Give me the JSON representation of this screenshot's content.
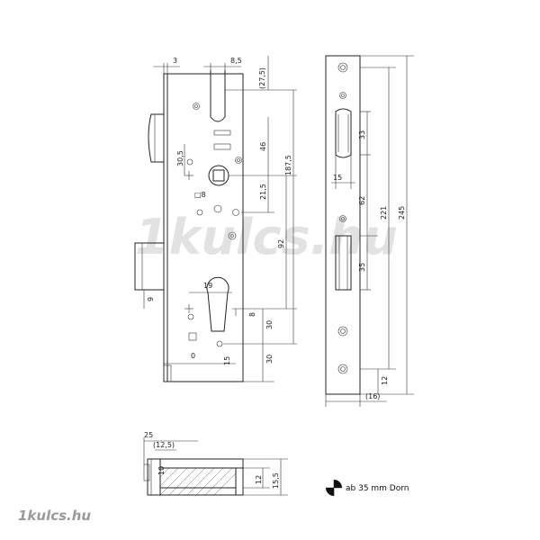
{
  "drawing": {
    "watermark": "1kulcs.hu",
    "corner_logo": "1kulcs.hu",
    "note": "ab 35 mm Dorn",
    "front_view_dims": {
      "d3": "3",
      "d85": "8,5",
      "d275": "(27,5)",
      "d305": "30,5",
      "d46": "46",
      "d8": "□8",
      "d215": "21,5",
      "d1875": "187,5",
      "d92": "92",
      "d19": "19",
      "d9": "9",
      "d8b": "8",
      "d30a": "30",
      "d0": "0",
      "d15": "15",
      "d30b": "30"
    },
    "faceplate_dims": {
      "d33": "33",
      "d15": "15",
      "d62": "62",
      "d221": "221",
      "d245": "245",
      "d35": "35",
      "d12": "12",
      "d16": "(16)"
    },
    "section_dims": {
      "d25": "25",
      "d125": "(12,5)",
      "d10": "10",
      "d12": "12",
      "d155": "15,5"
    }
  }
}
